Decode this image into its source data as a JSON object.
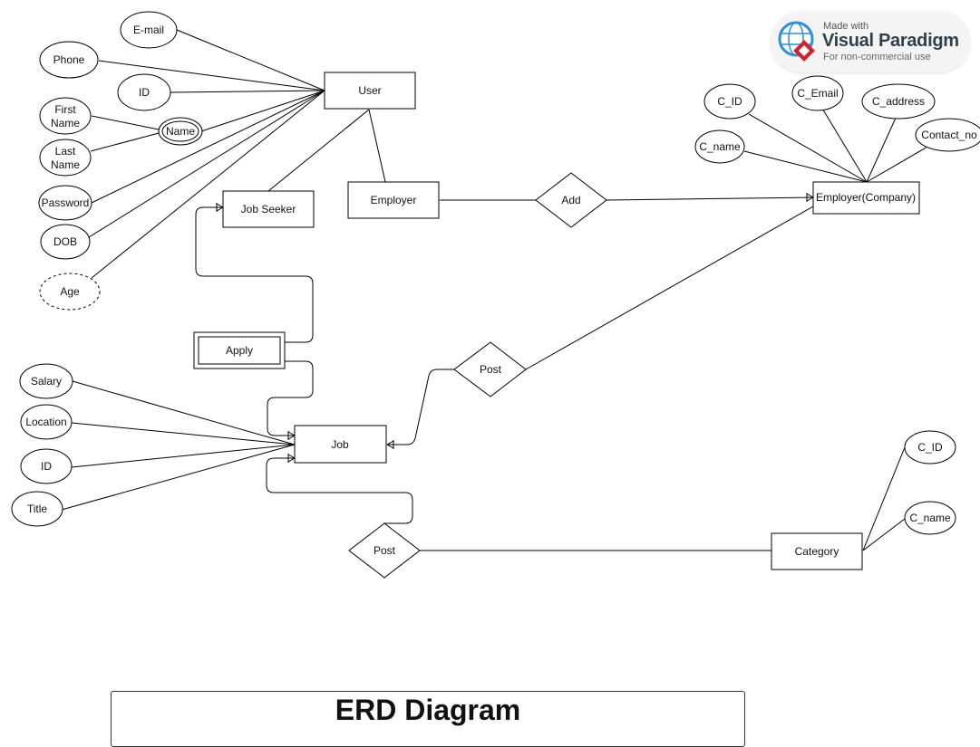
{
  "watermark": {
    "made_with": "Made with",
    "brand": "Visual Paradigm",
    "note": "For non-commercial use",
    "icon": "visual-paradigm-logo-icon"
  },
  "title": "ERD Diagram",
  "entities": {
    "user": "User",
    "job_seeker": "Job Seeker",
    "employer": "Employer",
    "employer_company": "Employer(Company)",
    "job": "Job",
    "category": "Category"
  },
  "weak_relationship": {
    "apply": "Apply"
  },
  "relationships": {
    "add": "Add",
    "post_job": "Post",
    "post_category": "Post"
  },
  "user_attributes": {
    "email": "E-mail",
    "phone": "Phone",
    "id": "ID",
    "name": "Name",
    "first_name": [
      "First",
      "Name"
    ],
    "last_name": [
      "Last",
      "Name"
    ],
    "password": "Password",
    "dob": "DOB",
    "age": "Age"
  },
  "company_attributes": {
    "c_id": "C_ID",
    "c_email": "C_Email",
    "c_address": "C_address",
    "c_name": "C_name",
    "contact_no": "Contact_no"
  },
  "job_attributes": {
    "salary": "Salary",
    "location": "Location",
    "id": "ID",
    "title": "Title"
  },
  "category_attributes": {
    "c_id": "C_ID",
    "c_name": "C_name"
  },
  "colors": {
    "stroke": "#000000",
    "fill": "#ffffff",
    "badge_blue": "#2f8fd8",
    "badge_red": "#d2232a"
  }
}
